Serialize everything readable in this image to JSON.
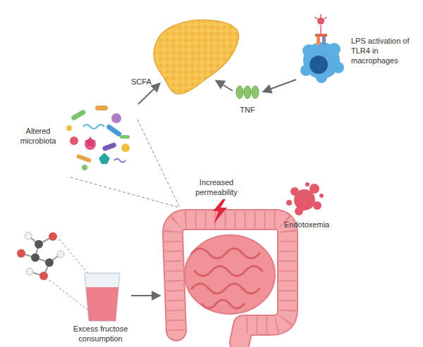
{
  "diagram": {
    "nodes": [
      {
        "text": [
          "LPS activation of TLR4 in macrophages"
        ]
      },
      {
        "text": [
          "TNF"
        ]
      },
      {
        "text": [
          "Altered microbiota"
        ]
      },
      {
        "text": [
          "Excess fructose consumption"
        ]
      },
      {
        "text": [
          "Increased permeability"
        ]
      }
    ],
    "edges": [
      {
        "from": 0,
        "to": 1,
        "arrow": "to"
      },
      {
        "from": 3,
        "to": 4,
        "arrow": "to"
      },
      {
        "from": 2,
        "to": 4,
        "arrow": "none"
      }
    ],
    "labels": [
      "SCFA",
      "Endotoxemia"
    ]
  }
}
